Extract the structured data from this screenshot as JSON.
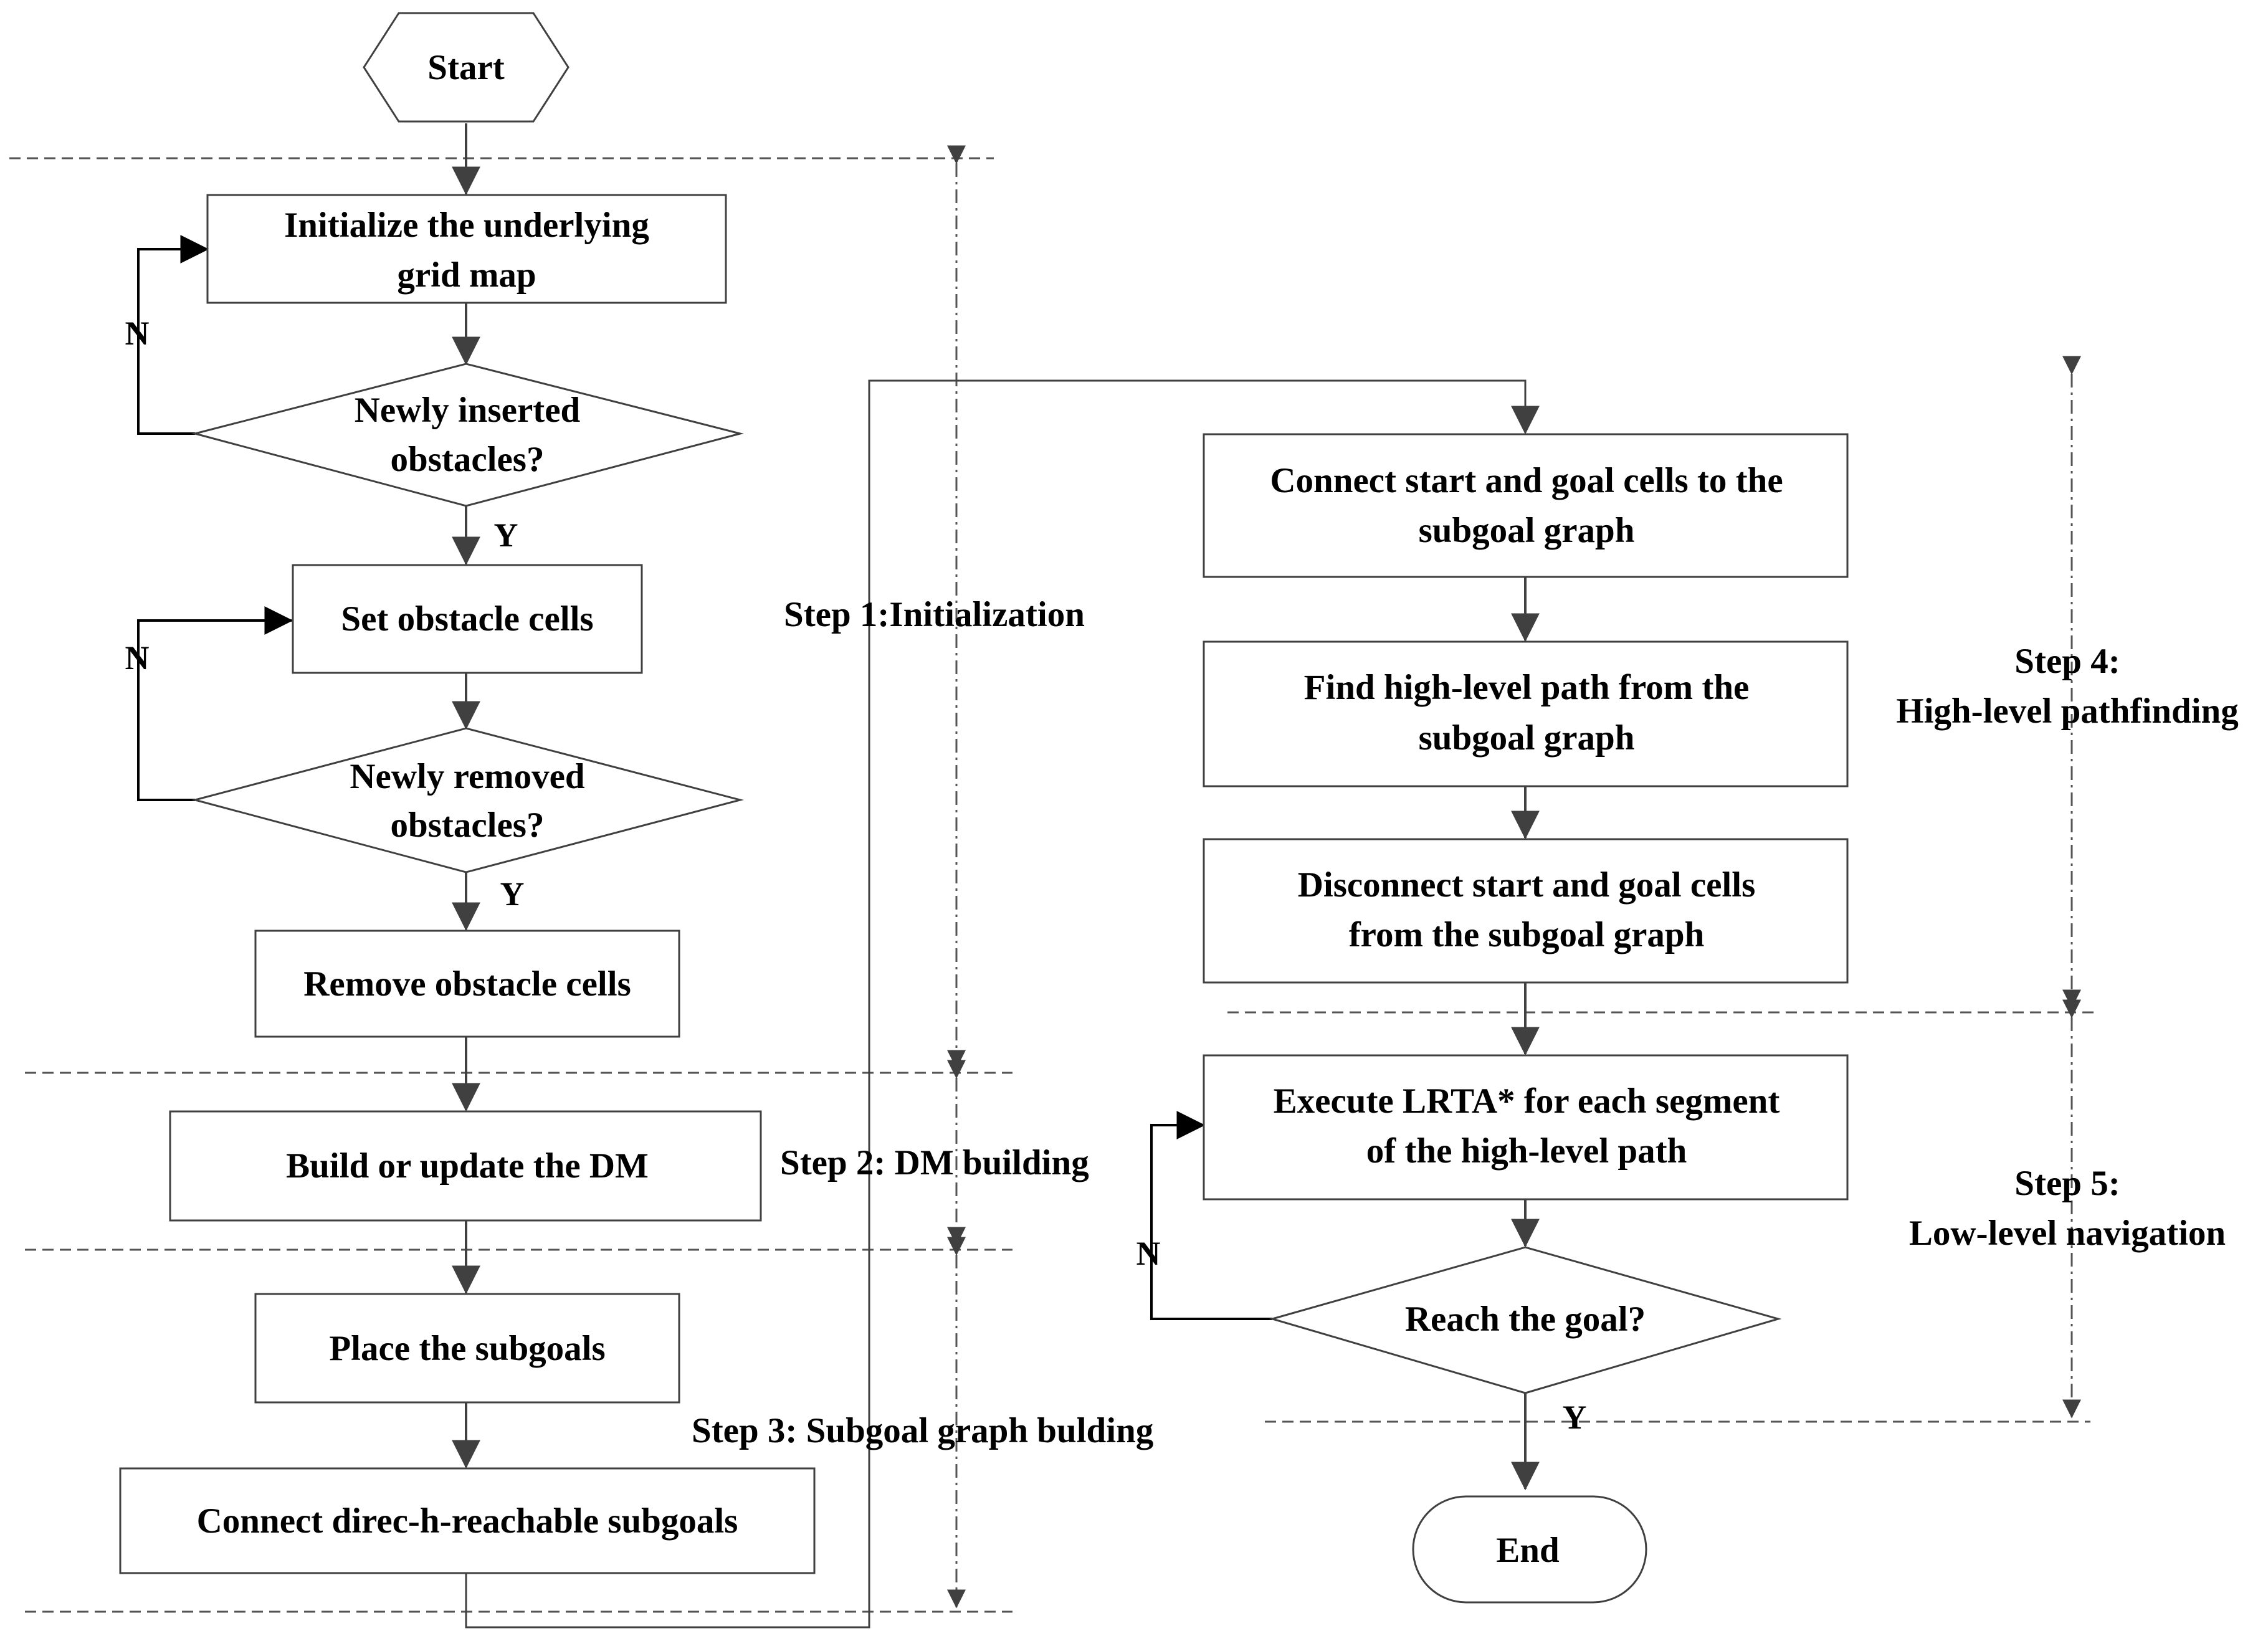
{
  "nodes": {
    "start": "Start",
    "init_grid": [
      "Initialize the underlying",
      "grid map"
    ],
    "newly_inserted": [
      "Newly inserted",
      "obstacles?"
    ],
    "set_obstacle": "Set obstacle cells",
    "newly_removed": [
      "Newly removed",
      "obstacles?"
    ],
    "remove_obstacle": "Remove obstacle cells",
    "build_dm": "Build or update the DM",
    "place_subgoals": "Place the subgoals",
    "connect_subgoals": "Connect direc-h-reachable subgoals",
    "connect_start_goal": [
      "Connect start and goal cells to the",
      "subgoal graph"
    ],
    "find_path": [
      "Find high-level path from the",
      "subgoal graph"
    ],
    "disconnect": [
      "Disconnect start and goal cells",
      "from the subgoal graph"
    ],
    "execute_lrta": [
      "Execute LRTA* for each segment",
      "of the high-level path"
    ],
    "reach_goal": "Reach the goal?",
    "end": "End"
  },
  "branch_labels": {
    "yes": "Y",
    "no": "N"
  },
  "steps": {
    "step1": "Step 1:Initialization",
    "step2": "Step 2: DM building",
    "step3": "Step 3: Subgoal graph bulding",
    "step4": [
      "Step 4:",
      "High-level pathfinding"
    ],
    "step5": [
      "Step 5:",
      "Low-level navigation"
    ]
  },
  "colors": {
    "line": "#404040",
    "text": "#000000",
    "background": "#ffffff"
  }
}
